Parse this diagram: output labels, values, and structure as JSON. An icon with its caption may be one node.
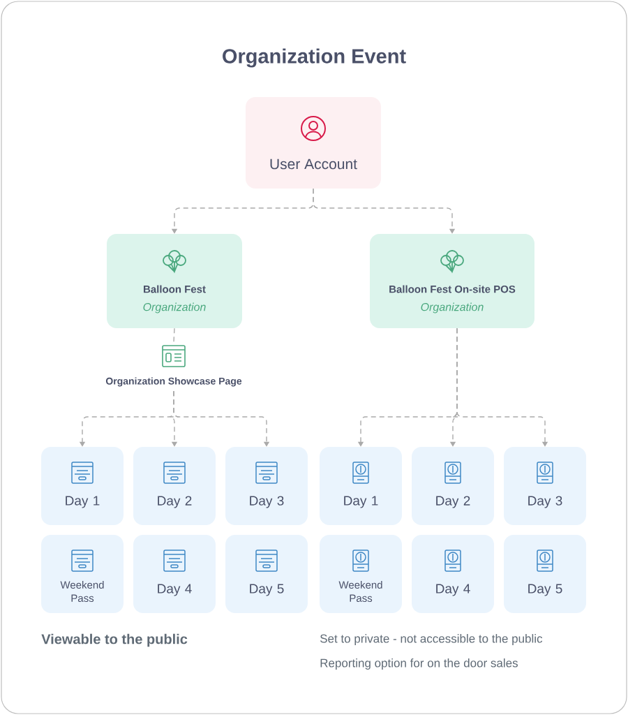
{
  "diagram": {
    "title": "Organization Event",
    "nodes": [
      {
        "text": [
          "User Account"
        ]
      },
      {
        "text": [
          "Balloon Fest",
          "Organization"
        ]
      },
      {
        "text": [
          "Balloon Fest On-site POS",
          "Organization"
        ]
      },
      {
        "text": [
          "Organization Showcase Page"
        ]
      },
      {
        "text": [
          "Day 1"
        ]
      },
      {
        "text": [
          "Day 2"
        ]
      },
      {
        "text": [
          "Day 3"
        ]
      },
      {
        "text": [
          "Weekend Pass"
        ]
      },
      {
        "text": [
          "Day 4"
        ]
      },
      {
        "text": [
          "Day 5"
        ]
      },
      {
        "text": [
          "Day 1"
        ]
      },
      {
        "text": [
          "Day 2"
        ]
      },
      {
        "text": [
          "Day 3"
        ]
      },
      {
        "text": [
          "Weekend Pass"
        ]
      },
      {
        "text": [
          "Day 4"
        ]
      },
      {
        "text": [
          "Day 5"
        ]
      }
    ],
    "edges": [
      {
        "from": 0,
        "to": 1,
        "arrow": "to",
        "style": "dashed"
      },
      {
        "from": 0,
        "to": 2,
        "arrow": "to",
        "style": "dashed"
      },
      {
        "from": 1,
        "to": 3,
        "arrow": "none",
        "style": "dashed"
      },
      {
        "from": 3,
        "to": 4,
        "arrow": "to",
        "style": "dashed"
      },
      {
        "from": 3,
        "to": 5,
        "arrow": "to",
        "style": "dashed"
      },
      {
        "from": 3,
        "to": 6,
        "arrow": "to",
        "style": "dashed"
      },
      {
        "from": 2,
        "to": 10,
        "arrow": "to",
        "style": "dashed"
      },
      {
        "from": 2,
        "to": 11,
        "arrow": "to",
        "style": "dashed"
      },
      {
        "from": 2,
        "to": 12,
        "arrow": "to",
        "style": "dashed"
      }
    ],
    "labels": [
      "Viewable to the public",
      "Set to private - not accessible to the public",
      "Reporting option for on the door sales"
    ]
  }
}
